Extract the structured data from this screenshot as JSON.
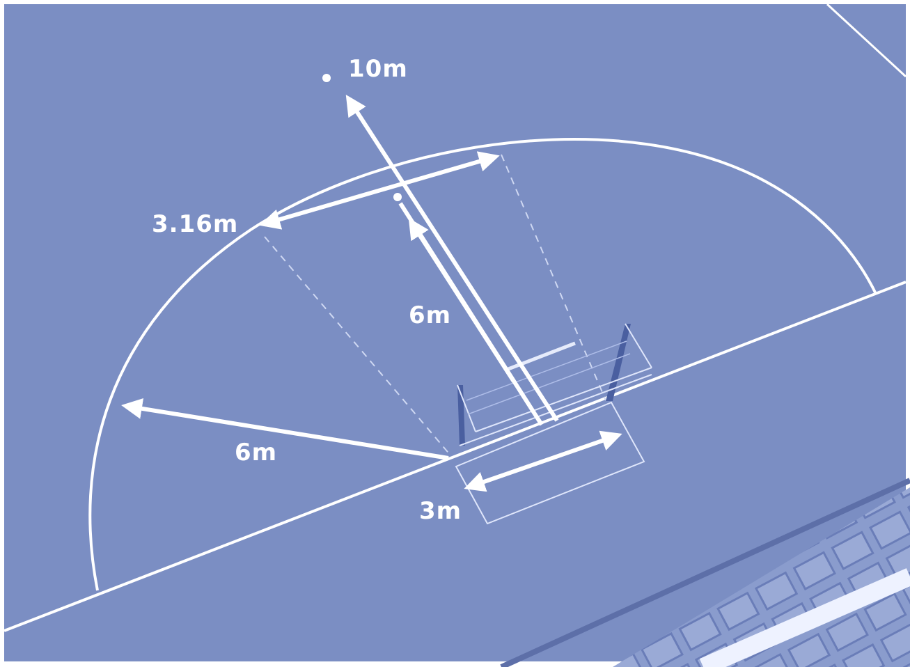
{
  "diagram": {
    "colors": {
      "court": "#7b8ec3",
      "lines": "#ffffff",
      "stands": "#8a9ccd"
    },
    "labels": {
      "penalty_spot_distance": "10m",
      "arc_width": "3.16m",
      "center_line_distance": "6m",
      "radius_left": "6m",
      "goal_width": "3m"
    }
  }
}
